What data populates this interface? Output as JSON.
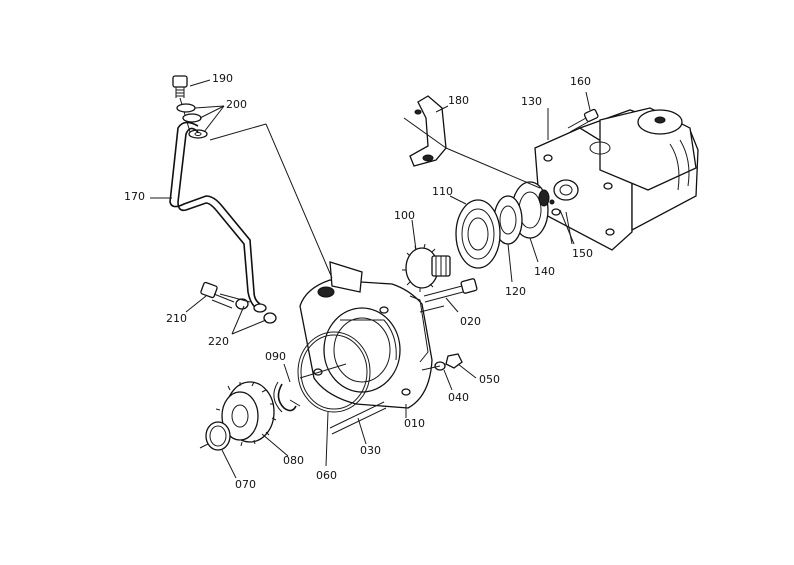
{
  "diagram": {
    "part_labels": {
      "p190": "190",
      "p200": "200",
      "p180": "180",
      "p130": "130",
      "p160": "160",
      "p170": "170",
      "p110": "110",
      "p100": "100",
      "p150": "150",
      "p140": "140",
      "p120": "120",
      "p210": "210",
      "p020": "020",
      "p220": "220",
      "p090": "090",
      "p050": "050",
      "p040": "040",
      "p010": "010",
      "p030": "030",
      "p080": "080",
      "p060": "060",
      "p070": "070"
    }
  }
}
